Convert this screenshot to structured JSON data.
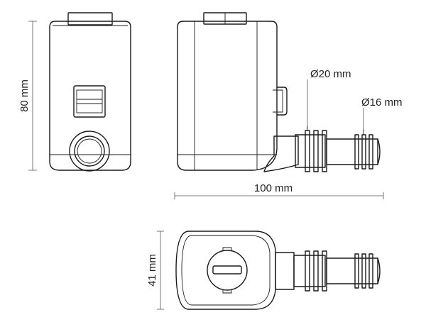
{
  "dimensions": {
    "height": "80 mm",
    "length": "100 mm",
    "width": "41 mm",
    "large_diameter": "Ø20 mm",
    "small_diameter": "Ø16 mm"
  },
  "colors": {
    "line": "#1a1a1a",
    "dimension_line": "#555555",
    "background": "#ffffff"
  }
}
